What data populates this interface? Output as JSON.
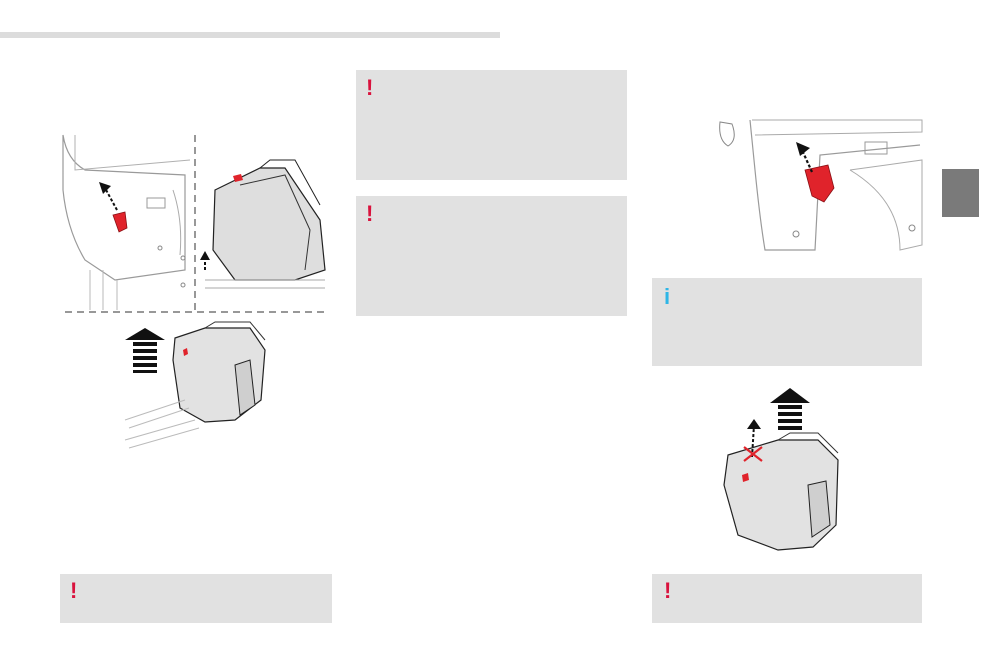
{
  "notes": {
    "warning_symbol": "!",
    "info_symbol": "i"
  },
  "colors": {
    "warning": "#d9123d",
    "info": "#2eb6e6",
    "note_background": "#e1e1e1",
    "lever": "#e0232b",
    "tab": "#7a7a7a"
  },
  "illustrations": [
    "seat-unlock-lever-illustration",
    "seat-removal-lift-illustration",
    "seat-lever-detail-illustration",
    "seat-lift-out-illustration"
  ]
}
